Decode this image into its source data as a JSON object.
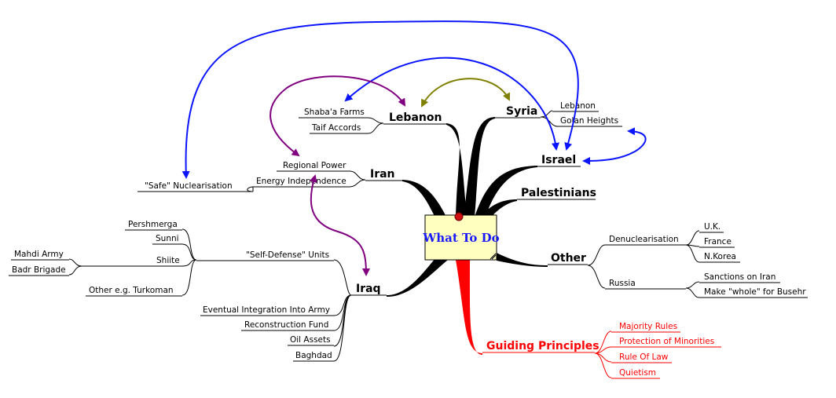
{
  "center": {
    "label": "What To Do",
    "box_color": "#ffffc0",
    "text_color": "#1a1aff"
  },
  "branches": {
    "lebanon": {
      "label": "Lebanon",
      "children": [
        "Shaba'a Farms",
        "Taif Accords"
      ]
    },
    "syria": {
      "label": "Syria",
      "children": [
        "Lebanon",
        "Golan Heights"
      ]
    },
    "israel": {
      "label": "Israel"
    },
    "palestinians": {
      "label": "Palestinians"
    },
    "iran": {
      "label": "Iran",
      "children": [
        "Regional Power",
        "Energy Independence"
      ],
      "grandchild": "\"Safe\" Nuclearisation"
    },
    "iraq": {
      "label": "Iraq",
      "self_defense": {
        "label": "\"Self-Defense\" Units",
        "children": [
          "Pershmerga",
          "Sunni",
          "Shiite",
          "Other  e.g. Turkoman"
        ],
        "shiite_children": [
          "Mahdi Army",
          "Badr Brigade"
        ]
      },
      "children": [
        "Eventual Integration Into Army",
        "Reconstruction Fund",
        "Oil Assets",
        "Baghdad"
      ]
    },
    "other": {
      "label": "Other",
      "denuclearisation": {
        "label": "Denuclearisation",
        "children": [
          "U.K.",
          "France",
          "N.Korea"
        ]
      },
      "russia": {
        "label": "Russia",
        "children": [
          "Sanctions on Iran",
          "Make \"whole\" for Busehr"
        ]
      }
    },
    "guiding": {
      "label": "Guiding Principles",
      "children": [
        "Majority Rules",
        "Protection of Minorities",
        "Rule Of Law",
        "Quietism"
      ]
    }
  },
  "colors": {
    "relation_blue": "#0a14ff",
    "relation_purple": "#800080",
    "relation_olive": "#808000",
    "principles_red": "#ff0000"
  }
}
